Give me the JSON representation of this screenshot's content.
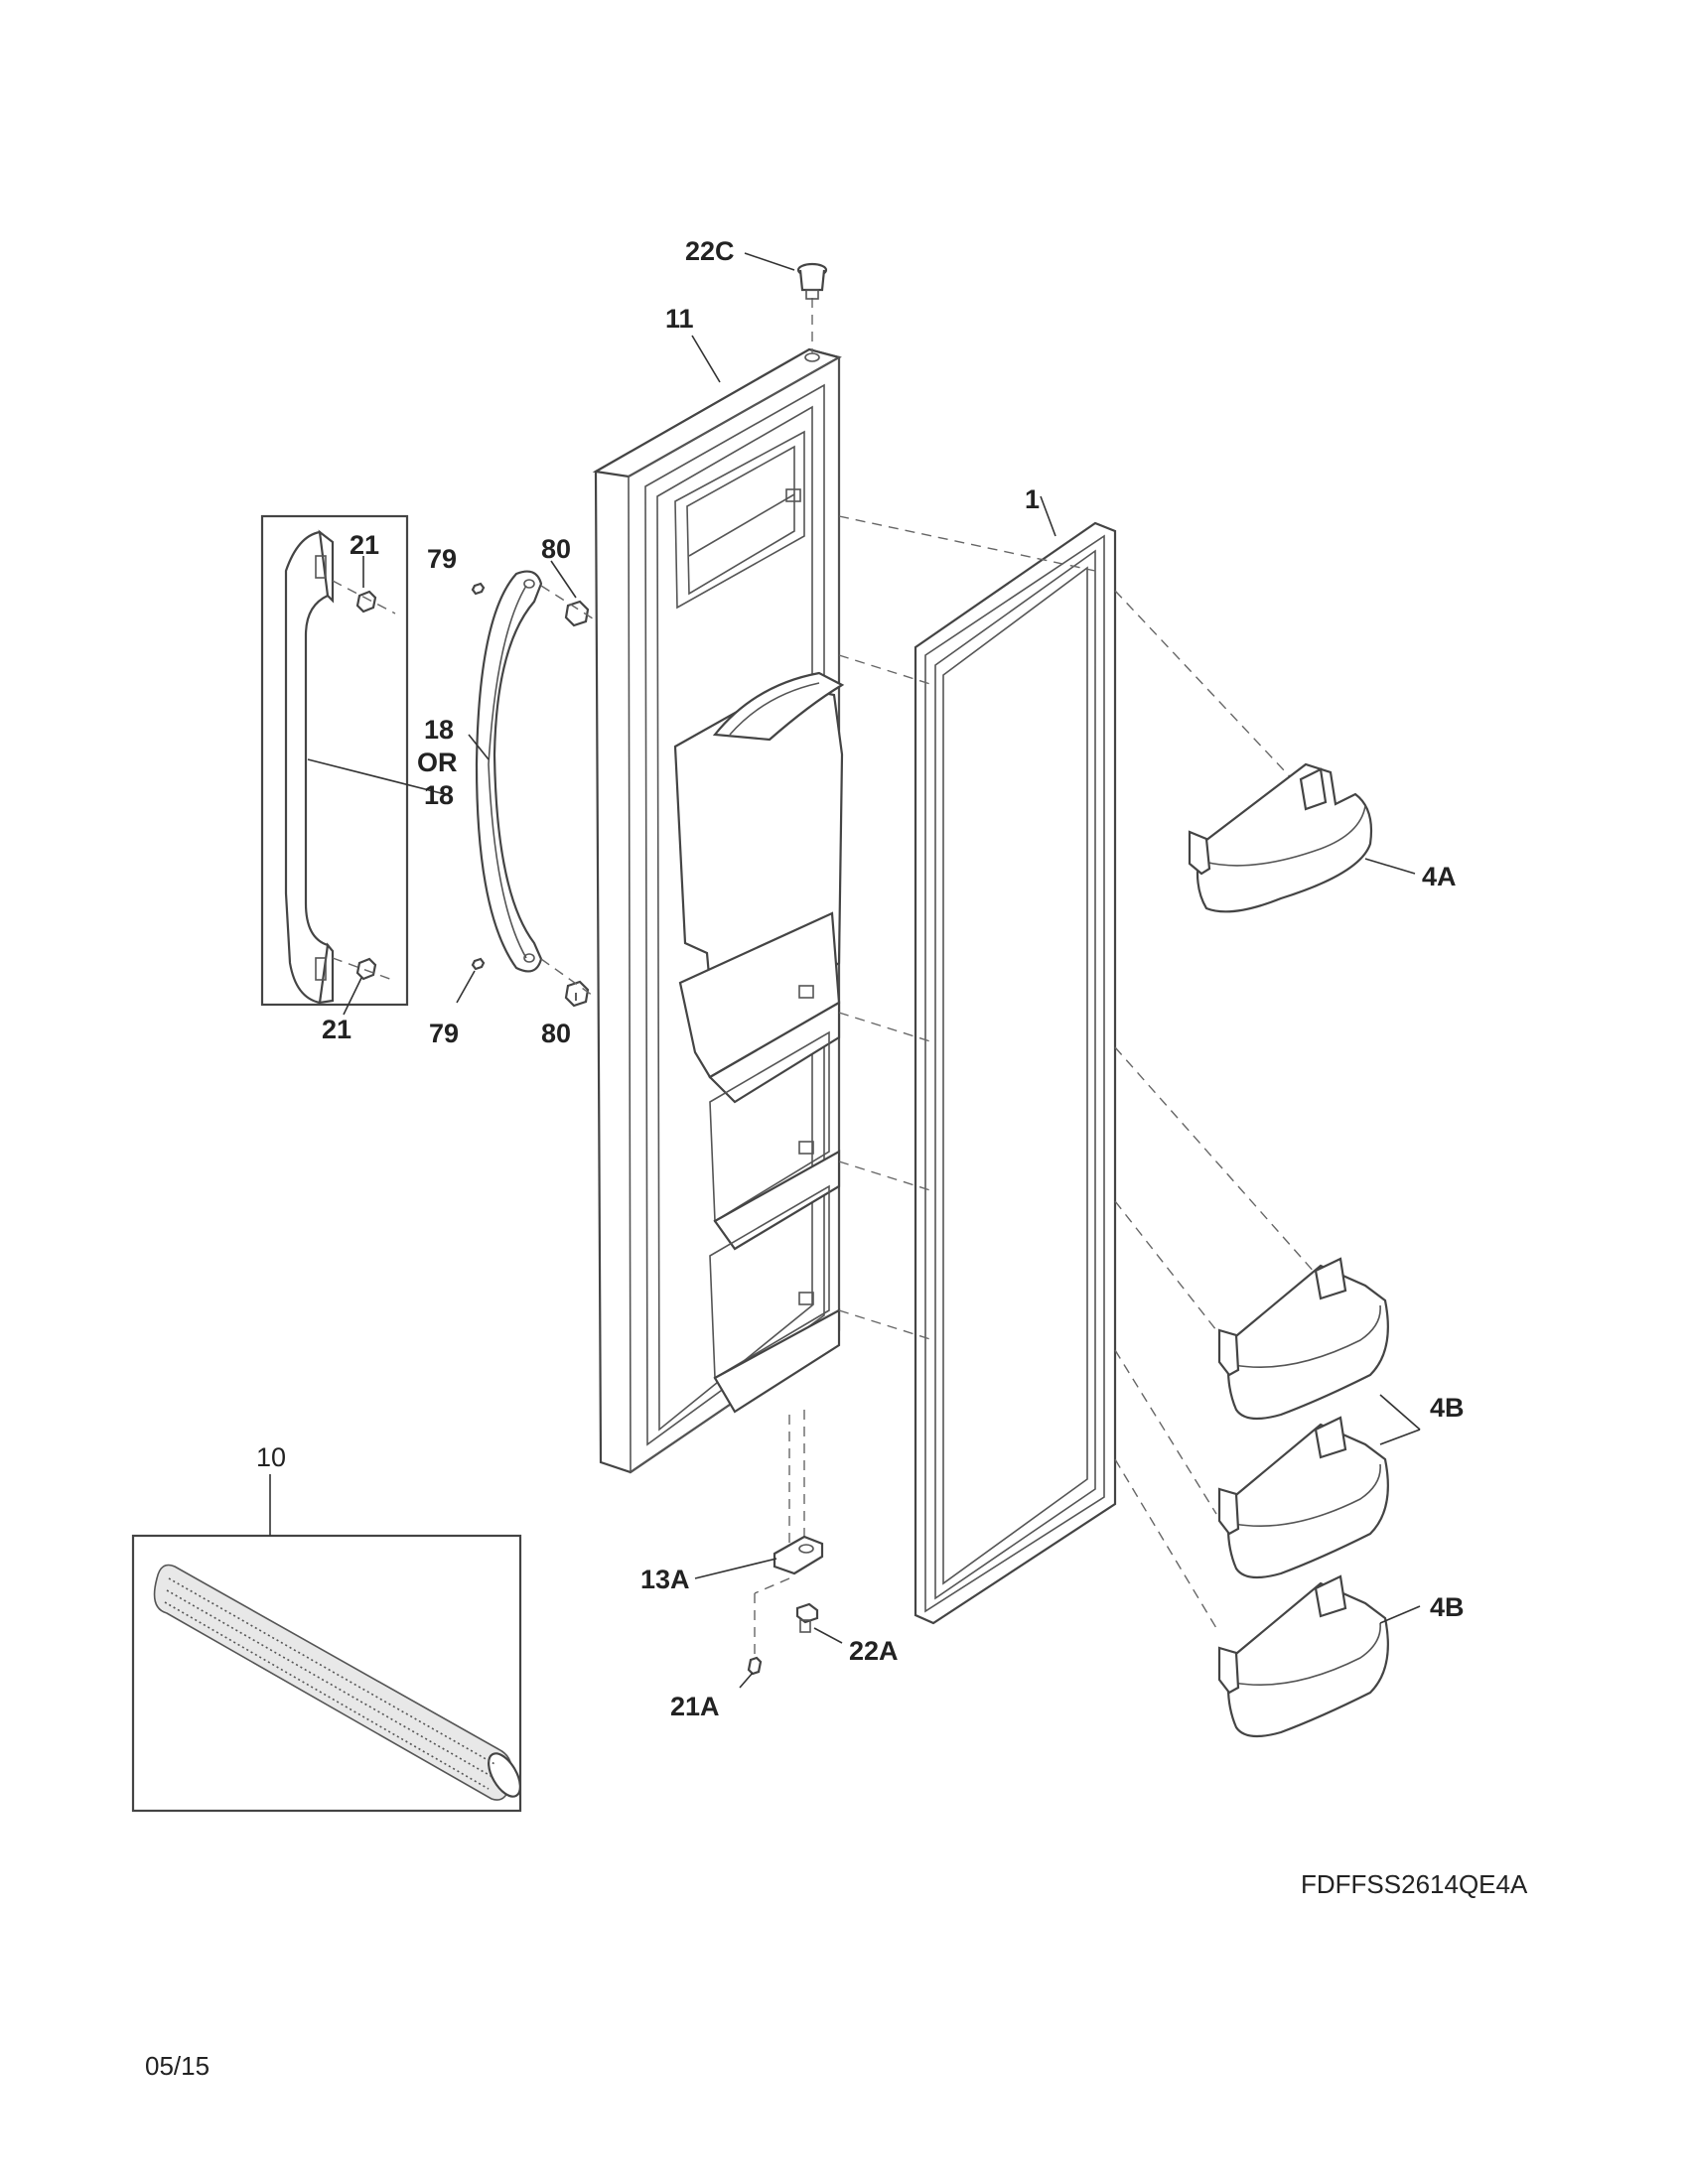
{
  "callouts": {
    "c22C": "22C",
    "c11": "11",
    "c1": "1",
    "c21_top": "21",
    "c79_top": "79",
    "c80_top": "80",
    "c18_a": "18",
    "c18_or": "OR",
    "c18_b": "18",
    "c21_bottom": "21",
    "c79_bottom": "79",
    "c80_bottom": "80",
    "c4A": "4A",
    "c4B_1": "4B",
    "c4B_2": "4B",
    "c10": "10",
    "c13A": "13A",
    "c22A": "22A",
    "c21A": "21A"
  },
  "footer": {
    "model_code": "FDFFSS2614QE4A",
    "date": "05/15"
  }
}
